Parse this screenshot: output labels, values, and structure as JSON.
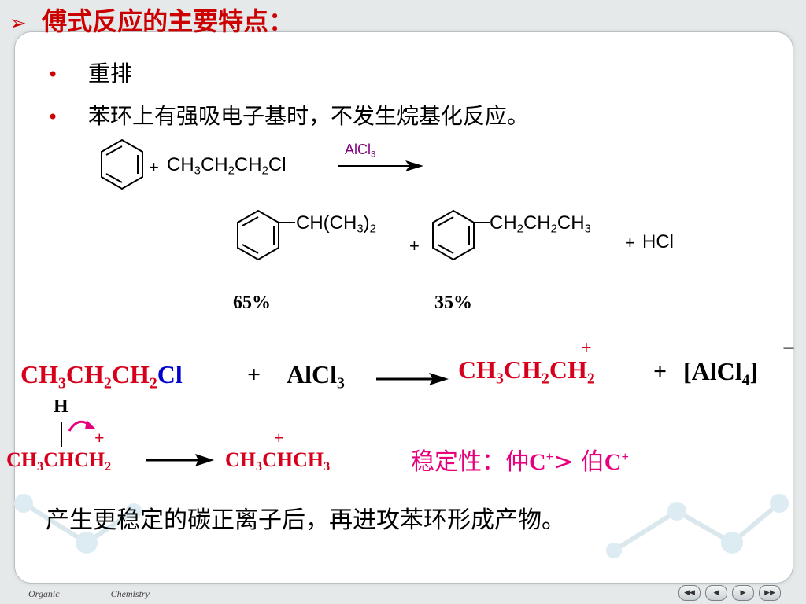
{
  "header": {
    "arrow": "➢",
    "title": "傅式反应的主要特点："
  },
  "bullets": [
    {
      "mark": "•",
      "text": "重排"
    },
    {
      "mark": "•",
      "text": "苯环上有强吸电子基时，不发生烷基化反应。"
    }
  ],
  "reaction1": {
    "plus": "+",
    "reagent": [
      "CH",
      "3",
      "CH",
      "2",
      "CH",
      "2",
      "Cl"
    ],
    "catalyst": [
      "AlCl",
      "3"
    ]
  },
  "products": {
    "p1_group": [
      "CH(CH",
      "3",
      ")",
      "2"
    ],
    "plus1": "+",
    "p2_group": [
      "CH",
      "2",
      "CH",
      "2",
      "CH",
      "3"
    ],
    "plus2": "+",
    "hcl": "HCl",
    "yield1": "65%",
    "yield2": "35%"
  },
  "mechanism1": {
    "reactant": [
      "CH",
      "3",
      "CH",
      "2",
      "CH",
      "2",
      "Cl"
    ],
    "plus": "+",
    "alcl3": [
      "AlCl",
      "3"
    ],
    "product": [
      "CH",
      "3",
      "CH",
      "2",
      "CH",
      "2"
    ],
    "charge": "+",
    "plus2": "+",
    "anion": [
      "[AlCl",
      "4",
      "]"
    ],
    "anion_charge": "−"
  },
  "mechanism2": {
    "h_label": "H",
    "left": [
      "CH",
      "3",
      "CHCH",
      "2"
    ],
    "left_charge": "+",
    "right": [
      "CH",
      "3",
      "CHCH",
      "3"
    ],
    "right_charge": "+"
  },
  "stability": {
    "prefix": "稳定性：仲",
    "c1": "C",
    "sup1": "+",
    "mid": "> 伯",
    "c2": "C",
    "sup2": "+"
  },
  "conclusion": "产生更稳定的碳正离子后，再进攻苯环形成产物。",
  "footer": {
    "left": "Organic",
    "right": "Chemistry"
  },
  "nav": [
    {
      "icon": "first-slide-icon",
      "glyph": "◀◀"
    },
    {
      "icon": "prev-slide-icon",
      "glyph": "◀"
    },
    {
      "icon": "next-slide-icon",
      "glyph": "▶"
    },
    {
      "icon": "last-slide-icon",
      "glyph": "▶▶"
    }
  ],
  "colors": {
    "red": "#d6001c",
    "blue": "#0000cc",
    "pink": "#e6007e",
    "catalyst": "#800080"
  }
}
